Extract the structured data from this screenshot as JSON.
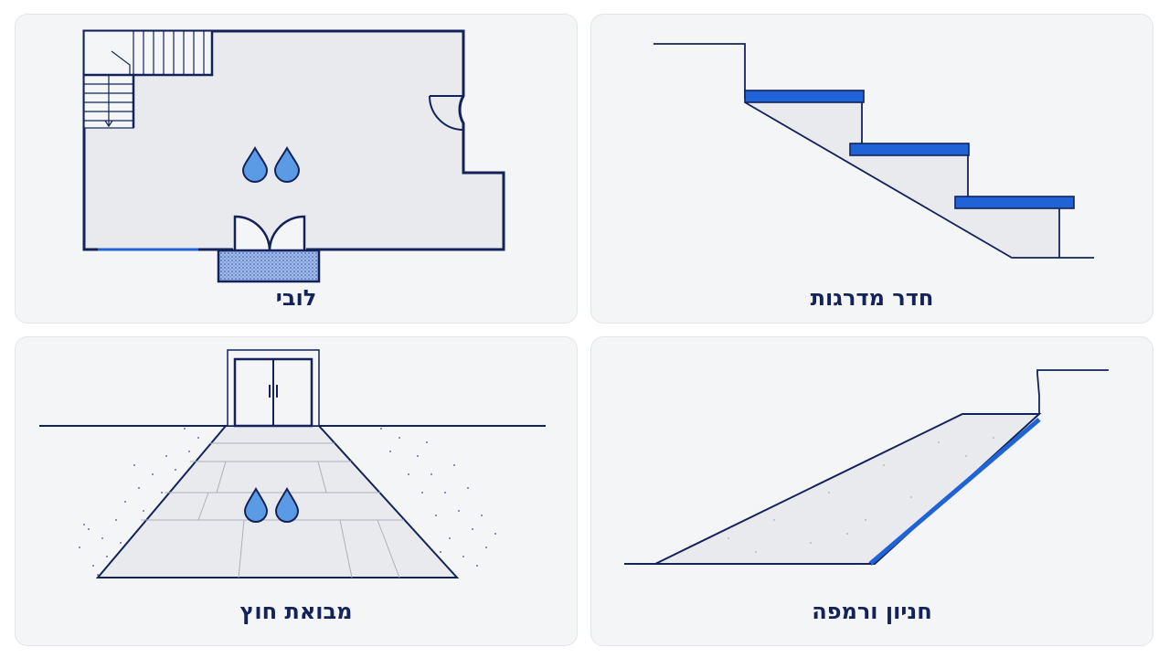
{
  "panels": {
    "lobby": {
      "label": "לובי"
    },
    "stairs": {
      "label": "חדר מדרגות"
    },
    "entrance": {
      "label": "מבואת חוץ"
    },
    "parking": {
      "label": "חניון ורמפה"
    }
  },
  "colors": {
    "navy": "#13235a",
    "accent_blue": "#1f63d6",
    "floor_gray": "#e9eaed",
    "card_bg": "#f4f5f7",
    "drop_fill": "#5b9be6"
  },
  "icons": [
    "water-drop-icon"
  ]
}
